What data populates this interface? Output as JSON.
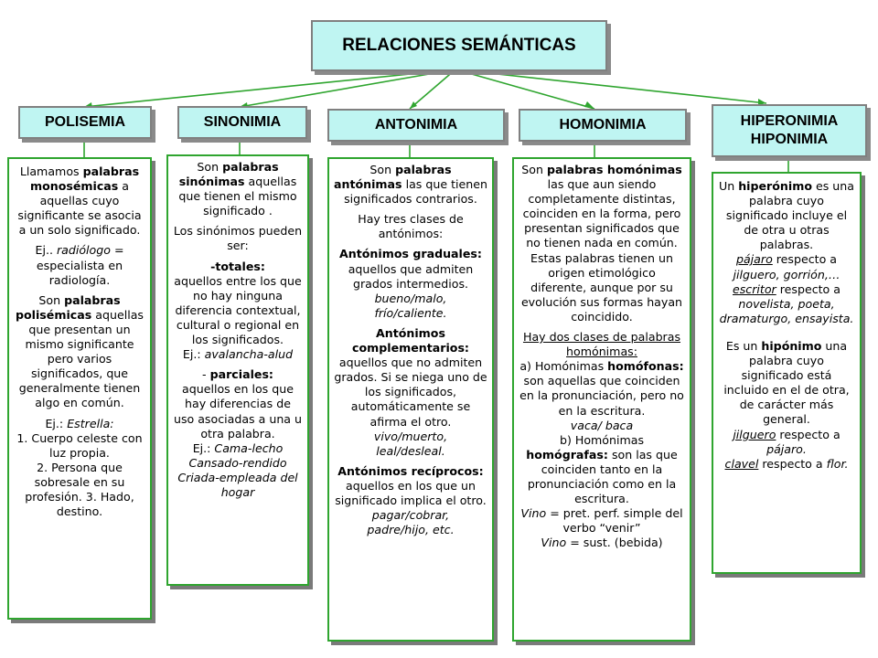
{
  "title": "RELACIONES SEMÁNTICAS",
  "headers": {
    "polisemia": "POLISEMIA",
    "sinonimia": "SINONIMIA",
    "antonimia": "ANTONIMIA",
    "homonimia": "HOMONIMIA",
    "hiper_line1": "HIPERONIMIA",
    "hiper_line2": "HIPONIMIA"
  },
  "polisemia": {
    "p1_a": "Llamamos ",
    "p1_b": "palabras monosémicas",
    "p1_c": " a aquellas cuyo significante se asocia a un solo significado.",
    "p2_a": "Ej.. ",
    "p2_b": "radiólogo",
    "p2_c": " = especialista en radiología.",
    "p3_a": "Son ",
    "p3_b": "palabras polisémicas",
    "p3_c": " aquellas que presentan un mismo significante pero varios significados, que generalmente tienen algo en común.",
    "p4_a": "Ej.: ",
    "p4_b": "Estrella:",
    "p4_c": "1. Cuerpo celeste con luz propia.",
    "p4_d": "2. Persona que sobresale en su profesión. 3. Hado, destino."
  },
  "sinonimia": {
    "p1_a": "Son ",
    "p1_b": "palabras sinónimas",
    "p1_c": " aquellas que tienen el mismo significado .",
    "p2": "Los sinónimos pueden ser:",
    "p3_b": "-totales:",
    "p3_c": "aquellos entre los que no hay ninguna diferencia contextual, cultural o regional en los significados.",
    "p3_d": "Ej.: ",
    "p3_e": "avalancha-alud",
    "p4_a": "- ",
    "p4_b": "parciales:",
    "p4_c": "aquellos en los que hay diferencias de uso asociadas a una u otra palabra.",
    "p4_d": "Ej.: ",
    "p4_e": "Cama-lecho",
    "p4_f": "Cansado-rendido",
    "p4_g": "Criada-empleada del hogar"
  },
  "antonimia": {
    "p1_a": "Son ",
    "p1_b": "palabras antónimas",
    "p1_c": " las que tienen significados contrarios.",
    "p2": "Hay tres clases de antónimos:",
    "p3_b": "Antónimos graduales:",
    "p3_c": " aquellos que admiten grados intermedios.",
    "p3_d": "bueno/malo,",
    "p3_e": "frío/caliente.",
    "p4_b": "Antónimos complementarios:",
    "p4_c": " aquellos que no admiten grados. Si se niega uno de los significados, automáticamente se afirma el otro.",
    "p4_d": "vivo/muerto,",
    "p4_e": "leal/desleal.",
    "p5_b": "Antónimos recíprocos:",
    "p5_c": " aquellos en los que un significado implica el otro.",
    "p5_d": "pagar/cobrar,",
    "p5_e": "padre/hijo, etc."
  },
  "homonimia": {
    "p1_a": "Son ",
    "p1_b": "palabras homónimas",
    "p1_c": " las que aun siendo completamente distintas, coinciden en la forma, pero presentan significados que no tienen nada en común. Estas palabras tienen un origen etimológico diferente, aunque por su evolución sus formas hayan coincidido.",
    "p2_u": "Hay dos clases de palabras homónimas:",
    "p2_a": "a) Homónimas ",
    "p2_b": "homófonas:",
    "p2_c": " son aquellas que coinciden en la pronunciación, pero no en la escritura.",
    "p2_d": "vaca/ baca",
    "p2_e": "b) Homónimas ",
    "p2_f": "homógrafas:",
    "p2_g": " son las que coinciden tanto en la pronunciación como en la escritura.",
    "p2_h": "Vino",
    "p2_i": " = pret. perf. simple del verbo “venir”",
    "p2_j": "Vino",
    "p2_k": " = sust. (bebida)"
  },
  "hiperonimia": {
    "p1_a": "Un ",
    "p1_b": "hiperónimo",
    "p1_c": " es una palabra cuyo significado incluye el de otra u otras palabras.",
    "p1_d": "pájaro",
    "p1_e": " respecto a ",
    "p1_f": "jilguero, gorrión,…",
    "p1_g": "escritor",
    "p1_h": " respecto a ",
    "p1_i": "novelista, poeta, dramaturgo, ensayista.",
    "p2_a": "Es un ",
    "p2_b": "hipónimo",
    "p2_c": " una palabra cuyo significado está incluido en el de otra, de carácter más general.",
    "p2_d": "jilguero",
    "p2_e": " respecto a ",
    "p2_f": "pájaro.",
    "p2_g": "clavel",
    "p2_h": " respecto a ",
    "p2_i": "flor."
  },
  "colors": {
    "header_fill": "#bff5f2",
    "panel_border": "#2fa52f",
    "connector": "#2fa52f"
  }
}
